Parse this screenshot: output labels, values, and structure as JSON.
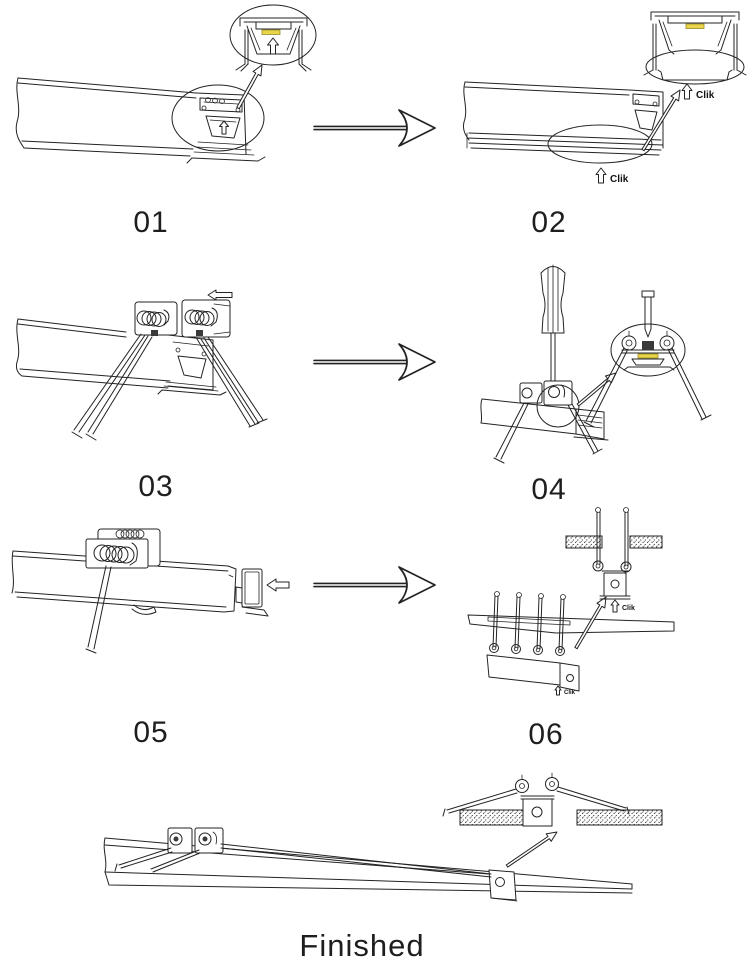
{
  "sheet": {
    "background": "#ffffff",
    "line_color": "#232323",
    "led_color": "#e9d54b"
  },
  "steps": [
    {
      "label": "01"
    },
    {
      "label": "02"
    },
    {
      "label": "03"
    },
    {
      "label": "04"
    },
    {
      "label": "05"
    },
    {
      "label": "06"
    }
  ],
  "finished": {
    "label": "Finished"
  },
  "annotations": {
    "clik": "Clik"
  }
}
